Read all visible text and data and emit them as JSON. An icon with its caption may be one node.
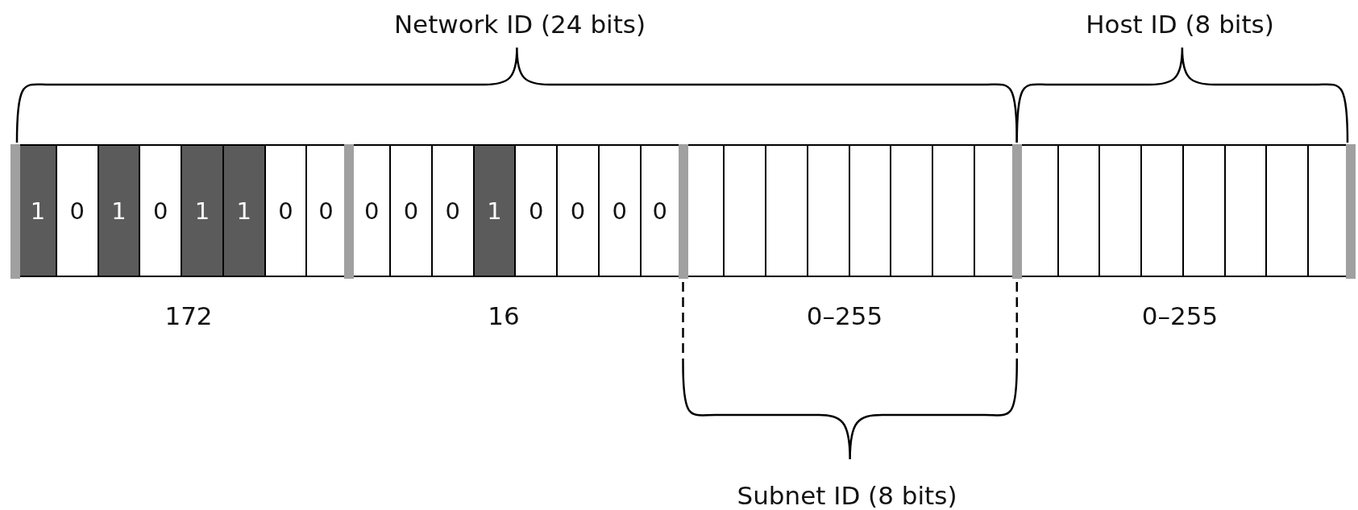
{
  "diagram": {
    "nodes": [
      {
        "text": [
          "1"
        ]
      },
      {
        "text": [
          "0"
        ]
      },
      {
        "text": [
          "1"
        ]
      },
      {
        "text": [
          "0"
        ]
      },
      {
        "text": [
          "1"
        ]
      },
      {
        "text": [
          "1"
        ]
      },
      {
        "text": [
          "0"
        ]
      },
      {
        "text": [
          "0"
        ]
      },
      {
        "text": [
          "0"
        ]
      },
      {
        "text": [
          "0"
        ]
      },
      {
        "text": [
          "0"
        ]
      },
      {
        "text": [
          "1"
        ]
      },
      {
        "text": [
          "0"
        ]
      },
      {
        "text": [
          "0"
        ]
      },
      {
        "text": [
          "0"
        ]
      },
      {
        "text": [
          "0"
        ]
      },
      {
        "text": [],
        "shape": "box"
      },
      {
        "text": [],
        "shape": "box"
      },
      {
        "text": [],
        "shape": "box"
      },
      {
        "text": [],
        "shape": "box"
      },
      {
        "text": [],
        "shape": "box"
      },
      {
        "text": [],
        "shape": "box"
      },
      {
        "text": [],
        "shape": "box"
      },
      {
        "text": [],
        "shape": "box"
      },
      {
        "text": [],
        "shape": "box"
      },
      {
        "text": [],
        "shape": "box"
      },
      {
        "text": [],
        "shape": "box"
      },
      {
        "text": [],
        "shape": "box"
      },
      {
        "text": [],
        "shape": "box"
      },
      {
        "text": [],
        "shape": "box"
      },
      {
        "text": [],
        "shape": "box"
      },
      {
        "text": [],
        "shape": "box"
      }
    ],
    "labels": [
      "Network ID (24 bits)",
      "Host ID (8 bits)",
      "172",
      "16",
      "0–255",
      "0–255",
      "Subnet ID (8 bits)"
    ]
  }
}
